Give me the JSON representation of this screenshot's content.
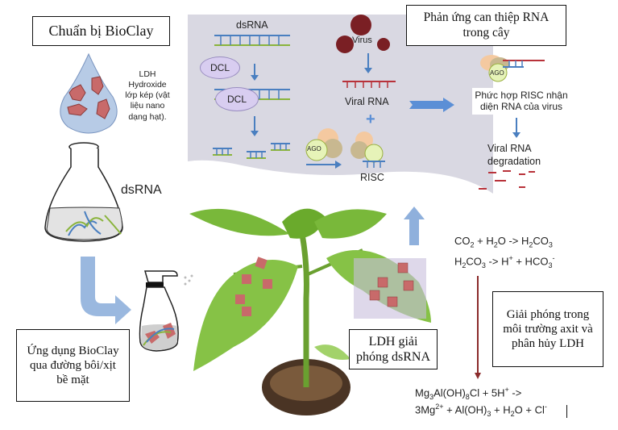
{
  "boxes": {
    "prepare_bioclay": "Chuẩn bị BioClay",
    "rnai_response": "Phản ứng can thiệp RNA trong cây",
    "apply_bioclay": "Ứng dụng BioClay qua đường bôi/xịt bề mặt",
    "ldh_release": "LDH giải phóng dsRNA",
    "acid_release": "Giải phóng trong môi trường axit và phân hủy LDH"
  },
  "labels": {
    "ldh_description": "LDH Hydroxide lớp kép (vật liệu nano dạng hạt).",
    "flask_dsrna": "dsRNA",
    "panel_dsrna": "dsRNA",
    "dcl_1": "DCL",
    "dcl_2": "DCL",
    "virus": "Virus",
    "viral_rna": "Viral RNA",
    "ago_1": "AGO",
    "ago_2": "AGO",
    "risc": "RISC",
    "risc_recognition": "Phức hợp RISC nhận diện RNA của virus",
    "viral_rna_degradation": "Viral RNA degradation"
  },
  "equations": {
    "eq1": "CO₂ + H₂O -> H₂CO₃",
    "eq2": "H₂CO₃ -> H⁺ + HCO₃⁻",
    "eq3_line1": "Mg₃Al(OH)₈Cl + 5H⁺ ->",
    "eq3_line2": "3Mg²⁺ + Al(OH)₃ + H₂O + Cl⁻"
  },
  "colors": {
    "panel_bg": "#d9d8e2",
    "arrow_blue": "#5b8fd6",
    "big_arrow_blue": "#8fb0dc",
    "dsrna_blue": "#4a7fc0",
    "dsrna_green": "#8ab43c",
    "viral_red": "#b8323a",
    "virus_maroon": "#7a1f24",
    "dcl_purple": "#d8cdf0",
    "ago_green": "#e6f3b8",
    "ldh_red": "#c86a6a",
    "leaf_green": "#79b83a",
    "release_arrow": "#8b2b2b"
  }
}
